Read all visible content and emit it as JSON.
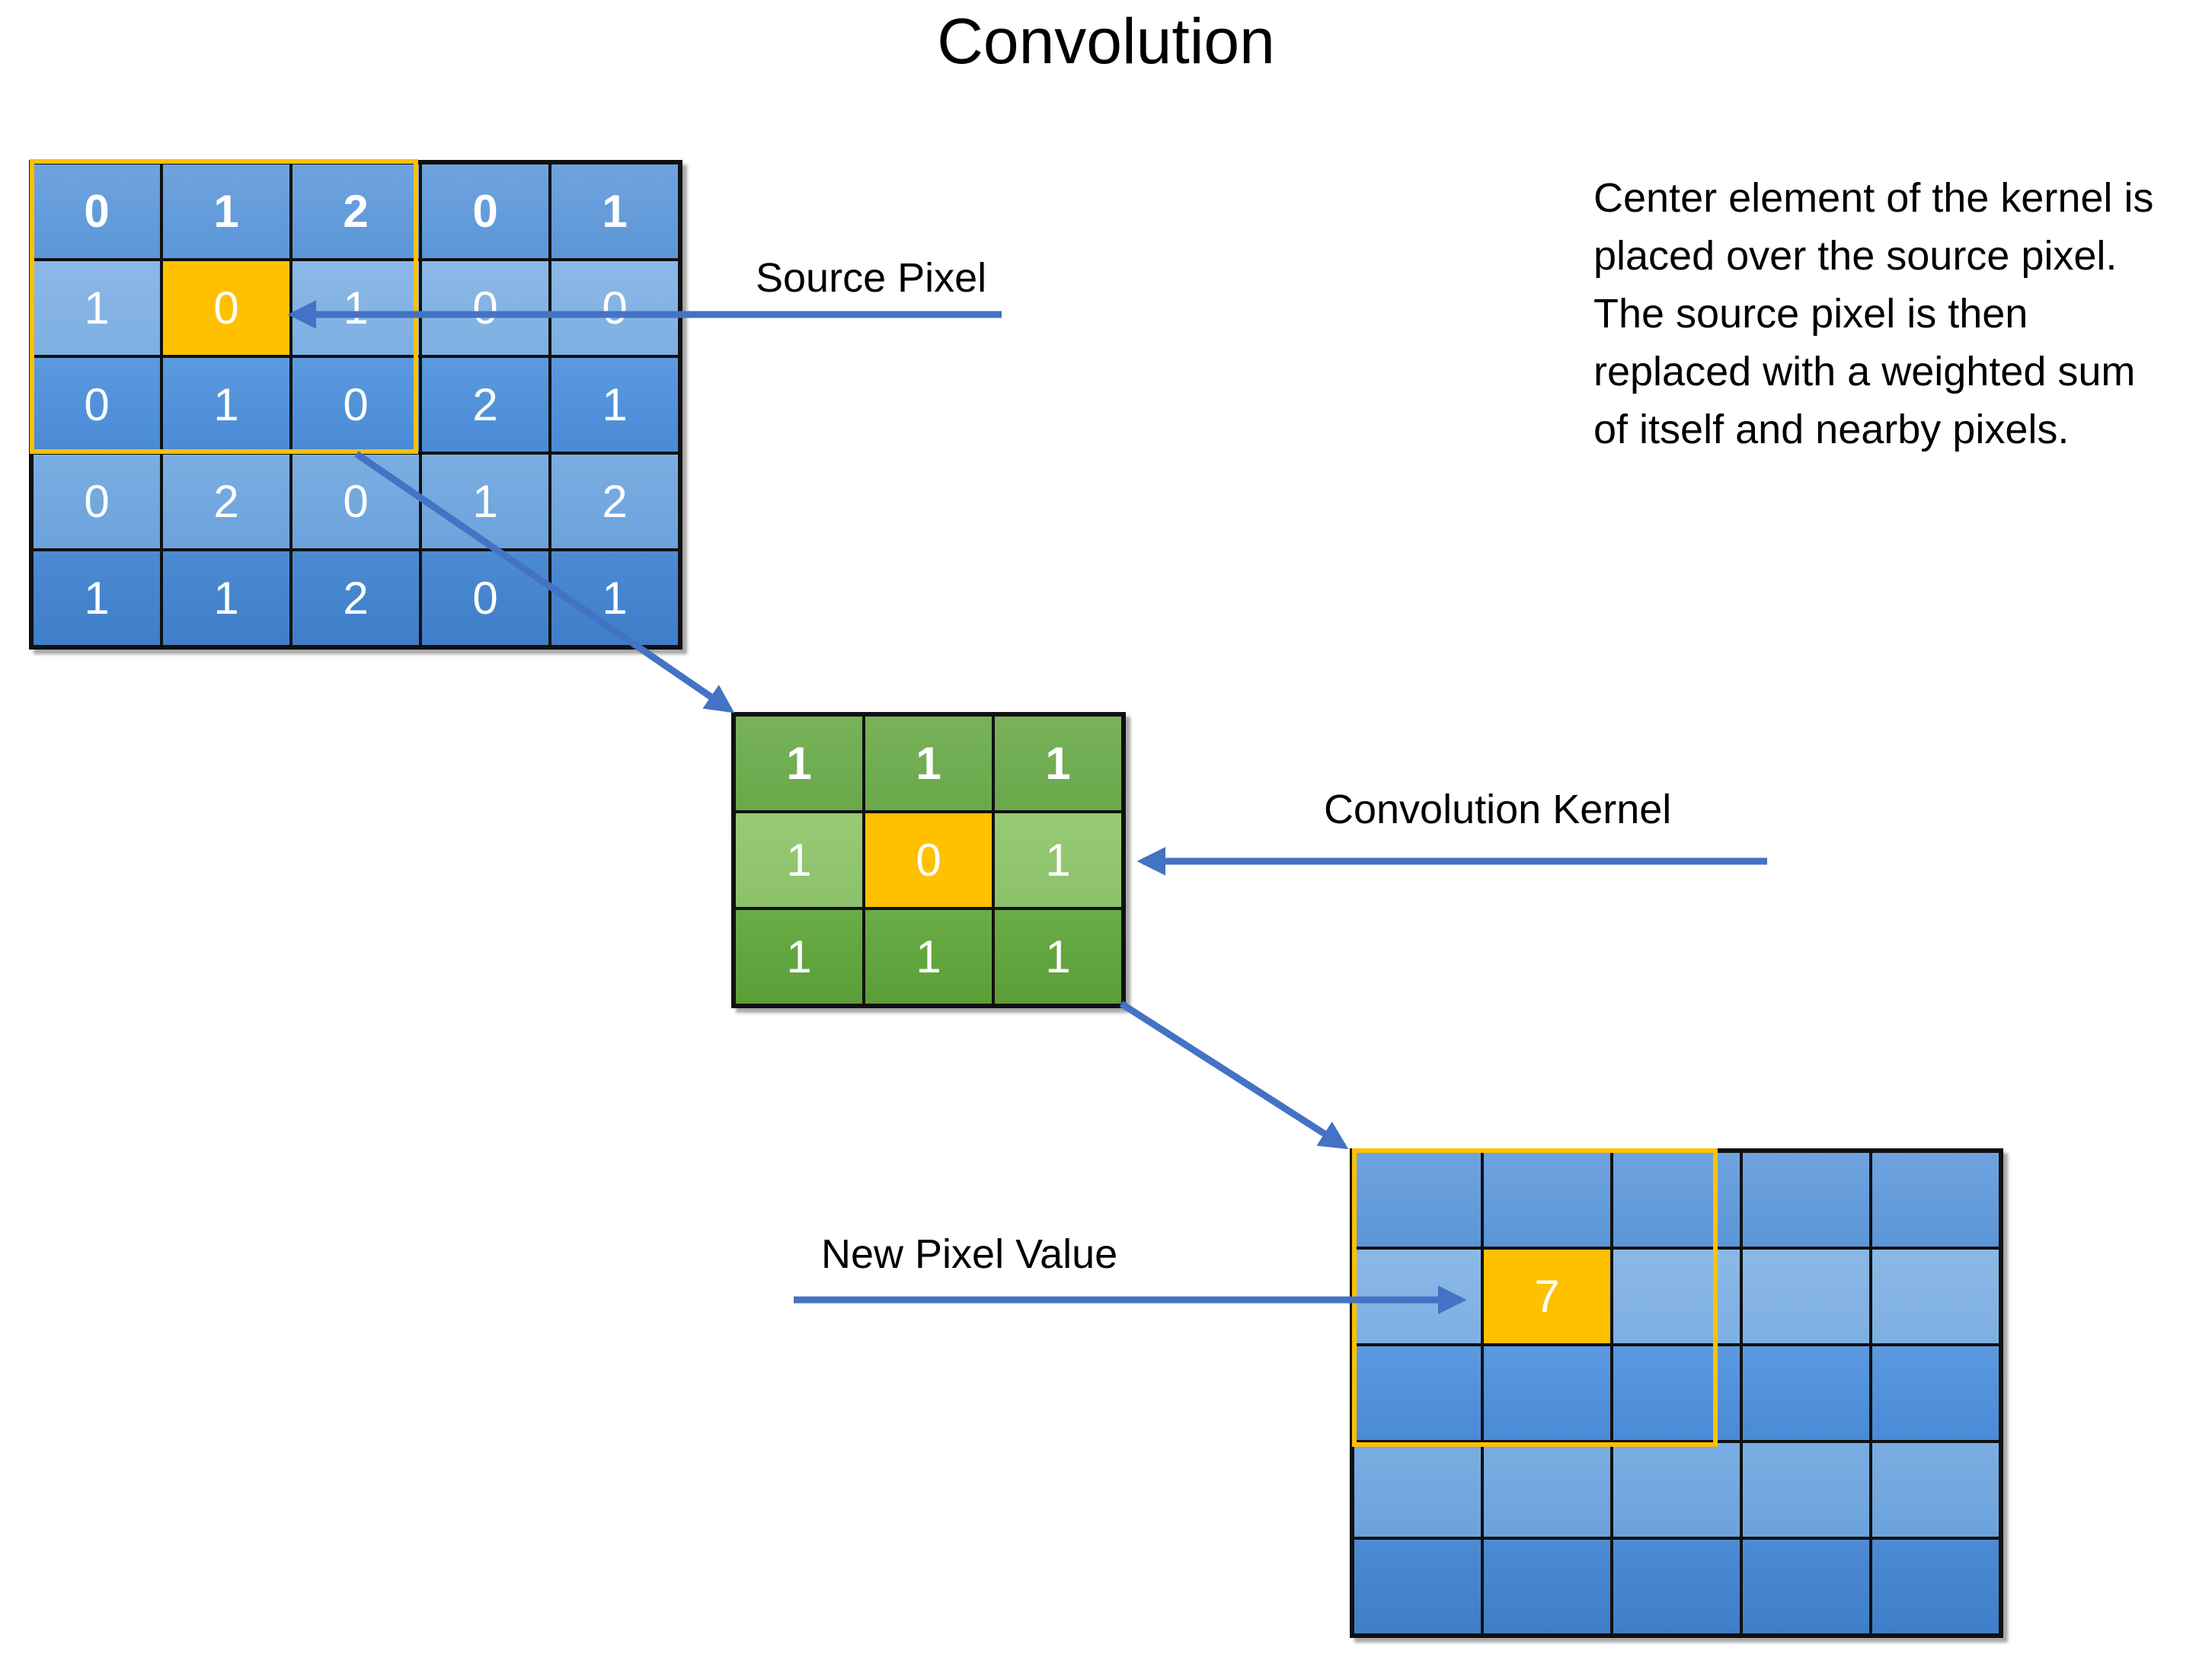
{
  "title": "Convolution",
  "source": {
    "values": [
      [
        "0",
        "1",
        "2",
        "0",
        "1"
      ],
      [
        "1",
        "0",
        "1",
        "0",
        "0"
      ],
      [
        "0",
        "1",
        "0",
        "2",
        "1"
      ],
      [
        "0",
        "2",
        "0",
        "1",
        "2"
      ],
      [
        "1",
        "1",
        "2",
        "0",
        "1"
      ]
    ],
    "highlight": [
      1,
      1
    ]
  },
  "kernel": {
    "values": [
      [
        "1",
        "1",
        "1"
      ],
      [
        "1",
        "0",
        "1"
      ],
      [
        "1",
        "1",
        "1"
      ]
    ],
    "highlight": [
      1,
      1
    ]
  },
  "output": {
    "values": [
      [
        "",
        "",
        "",
        "",
        ""
      ],
      [
        "",
        "7",
        "",
        "",
        ""
      ],
      [
        "",
        "",
        "",
        "",
        ""
      ],
      [
        "",
        "",
        "",
        "",
        ""
      ],
      [
        "",
        "",
        "",
        "",
        ""
      ]
    ],
    "highlight": [
      1,
      1
    ]
  },
  "labels": {
    "source_pixel": "Source Pixel",
    "convolution_kernel": "Convolution Kernel",
    "new_pixel_value": "New Pixel Value"
  },
  "description": [
    "Center element of the kernel is",
    "placed over the source pixel.",
    "The source pixel is then",
    "replaced with a weighted sum",
    "of itself and nearby pixels."
  ],
  "colors": {
    "highlight": "#ffc000",
    "arrow": "#4472c4",
    "frame": "#ffc000"
  }
}
